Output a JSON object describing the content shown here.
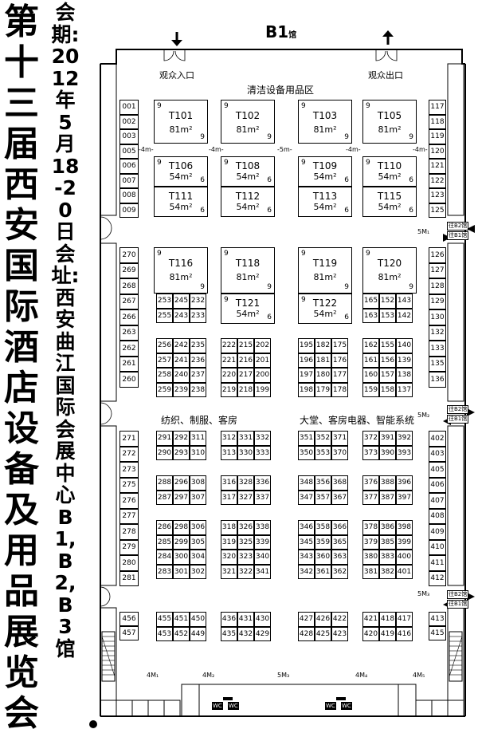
{
  "title": "第十三届西安国际酒店设备及用品展览会",
  "subtitle": "会期:2012年5月18-20日 会址:西安曲江国际会展中心B1,B2,B3馆",
  "hall": {
    "name": "B1",
    "suffix": "馆"
  },
  "entrance": {
    "label": "观众入口",
    "arrow": "arrow-down-icon"
  },
  "exit": {
    "label": "观众出口",
    "arrow": "arrow-up-icon"
  },
  "zones": {
    "top": "清洁设备用品区",
    "textile": "纺织、制服、客房",
    "lobby": "大堂、客房电器、智能系统"
  },
  "large_booths": [
    {
      "id": "T101",
      "area": "81m²",
      "corner_a": "9",
      "corner_b": "9"
    },
    {
      "id": "T102",
      "area": "81m²",
      "corner_a": "9",
      "corner_b": "9"
    },
    {
      "id": "T103",
      "area": "81m²",
      "corner_a": "9",
      "corner_b": "9"
    },
    {
      "id": "T105",
      "area": "81m²",
      "corner_a": "9",
      "corner_b": "9"
    },
    {
      "id": "T106",
      "area": "54m²",
      "corner_a": "9",
      "corner_b": "6"
    },
    {
      "id": "T108",
      "area": "54m²",
      "corner_a": "9",
      "corner_b": "6"
    },
    {
      "id": "T109",
      "area": "54m²",
      "corner_a": "9",
      "corner_b": "6"
    },
    {
      "id": "T110",
      "area": "54m²",
      "corner_a": "9",
      "corner_b": "6"
    },
    {
      "id": "T111",
      "area": "54m²",
      "corner_a": "",
      "corner_b": "6"
    },
    {
      "id": "T112",
      "area": "54m²",
      "corner_a": "",
      "corner_b": "6"
    },
    {
      "id": "T113",
      "area": "54m²",
      "corner_a": "",
      "corner_b": "6"
    },
    {
      "id": "T115",
      "area": "54m²",
      "corner_a": "",
      "corner_b": "6"
    },
    {
      "id": "T116",
      "area": "81m²",
      "corner_a": "9",
      "corner_b": "9"
    },
    {
      "id": "T118",
      "area": "81m²",
      "corner_a": "9",
      "corner_b": "9"
    },
    {
      "id": "T119",
      "area": "81m²",
      "corner_a": "9",
      "corner_b": "9"
    },
    {
      "id": "T120",
      "area": "81m²",
      "corner_a": "9",
      "corner_b": "9"
    },
    {
      "id": "T121",
      "area": "54m²",
      "corner_a": "9",
      "corner_b": "6"
    },
    {
      "id": "T122",
      "area": "54m²",
      "corner_a": "9",
      "corner_b": "6"
    }
  ],
  "left_column_top": [
    "001",
    "002",
    "003",
    "005",
    "006",
    "007",
    "008",
    "009"
  ],
  "left_column_mid": [
    "270",
    "269",
    "268",
    "267",
    "266",
    "263",
    "262",
    "261",
    "260"
  ],
  "left_column_low": [
    "271",
    "272",
    "273",
    "275",
    "276",
    "277",
    "278",
    "279",
    "280",
    "281"
  ],
  "left_column_bottom": [
    "456",
    "457"
  ],
  "right_column_top": [
    "117",
    "118",
    "119",
    "120",
    "121",
    "122",
    "123",
    "125"
  ],
  "right_column_mid": [
    "126",
    "127",
    "128",
    "129",
    "130",
    "132",
    "133",
    "135",
    "136"
  ],
  "right_column_low": [
    "402",
    "403",
    "405",
    "406",
    "407",
    "408",
    "409",
    "410",
    "411",
    "412"
  ],
  "right_column_bottom": [
    "413",
    "415"
  ],
  "small_blocks": [
    {
      "rows": [
        [
          "253",
          "245",
          "232"
        ],
        [
          "255",
          "243",
          "233"
        ]
      ]
    },
    {
      "rows": [
        [
          "165",
          "152",
          "143"
        ],
        [
          "163",
          "153",
          "142"
        ]
      ]
    },
    {
      "rows": [
        [
          "256",
          "242",
          "235"
        ],
        [
          "257",
          "241",
          "236"
        ],
        [
          "258",
          "240",
          "237"
        ],
        [
          "259",
          "239",
          "238"
        ]
      ]
    },
    {
      "rows": [
        [
          "222",
          "215",
          "202"
        ],
        [
          "221",
          "216",
          "201"
        ],
        [
          "220",
          "217",
          "200"
        ],
        [
          "219",
          "218",
          "199"
        ]
      ]
    },
    {
      "rows": [
        [
          "195",
          "182",
          "175"
        ],
        [
          "196",
          "181",
          "176"
        ],
        [
          "197",
          "180",
          "177"
        ],
        [
          "198",
          "179",
          "178"
        ]
      ]
    },
    {
      "rows": [
        [
          "162",
          "155",
          "140"
        ],
        [
          "161",
          "156",
          "139"
        ],
        [
          "160",
          "157",
          "138"
        ],
        [
          "159",
          "158",
          "137"
        ]
      ]
    },
    {
      "rows": [
        [
          "291",
          "292",
          "311"
        ],
        [
          "290",
          "293",
          "310"
        ]
      ]
    },
    {
      "rows": [
        [
          "312",
          "331",
          "332"
        ],
        [
          "313",
          "330",
          "333"
        ]
      ]
    },
    {
      "rows": [
        [
          "351",
          "352",
          "371"
        ],
        [
          "350",
          "353",
          "370"
        ]
      ]
    },
    {
      "rows": [
        [
          "372",
          "391",
          "392"
        ],
        [
          "373",
          "390",
          "393"
        ]
      ]
    },
    {
      "rows": [
        [
          "288",
          "296",
          "308"
        ],
        [
          "287",
          "297",
          "307"
        ]
      ]
    },
    {
      "rows": [
        [
          "316",
          "328",
          "336"
        ],
        [
          "317",
          "327",
          "337"
        ]
      ]
    },
    {
      "rows": [
        [
          "348",
          "356",
          "368"
        ],
        [
          "347",
          "357",
          "367"
        ]
      ]
    },
    {
      "rows": [
        [
          "376",
          "388",
          "396"
        ],
        [
          "377",
          "387",
          "397"
        ]
      ]
    },
    {
      "rows": [
        [
          "286",
          "298",
          "306"
        ],
        [
          "285",
          "299",
          "305"
        ],
        [
          "284",
          "300",
          "304"
        ],
        [
          "283",
          "301",
          "302"
        ]
      ]
    },
    {
      "rows": [
        [
          "318",
          "326",
          "338"
        ],
        [
          "319",
          "325",
          "339"
        ],
        [
          "320",
          "323",
          "340"
        ],
        [
          "321",
          "322",
          "341"
        ]
      ]
    },
    {
      "rows": [
        [
          "346",
          "358",
          "366"
        ],
        [
          "345",
          "359",
          "365"
        ],
        [
          "343",
          "360",
          "363"
        ],
        [
          "342",
          "361",
          "362"
        ]
      ]
    },
    {
      "rows": [
        [
          "378",
          "386",
          "398"
        ],
        [
          "379",
          "385",
          "399"
        ],
        [
          "380",
          "383",
          "400"
        ],
        [
          "381",
          "382",
          "401"
        ]
      ]
    },
    {
      "rows": [
        [
          "455",
          "451",
          "450"
        ],
        [
          "453",
          "452",
          "449"
        ]
      ]
    },
    {
      "rows": [
        [
          "436",
          "431",
          "430"
        ],
        [
          "435",
          "432",
          "429"
        ]
      ]
    },
    {
      "rows": [
        [
          "427",
          "426",
          "422"
        ],
        [
          "428",
          "425",
          "423"
        ]
      ]
    },
    {
      "rows": [
        [
          "421",
          "418",
          "417"
        ],
        [
          "420",
          "419",
          "416"
        ]
      ]
    }
  ],
  "aisles_top": [
    "-4m-",
    "-4m-",
    "-5m-",
    "-4m-",
    "-4m-"
  ],
  "aisles_bottom": [
    "4M₁",
    "4M₂",
    "5M₃",
    "4M₄",
    "4M₅"
  ],
  "side_aisles": [
    "5M₁",
    "5M₂",
    "5M₃"
  ],
  "exits_right": [
    {
      "top": "往B2馆",
      "bottom": "往B1馆"
    },
    {
      "top": "往B2馆",
      "bottom": "往B1馆"
    },
    {
      "top": "往B2馆",
      "bottom": "往B1馆"
    }
  ],
  "wc": "WC"
}
